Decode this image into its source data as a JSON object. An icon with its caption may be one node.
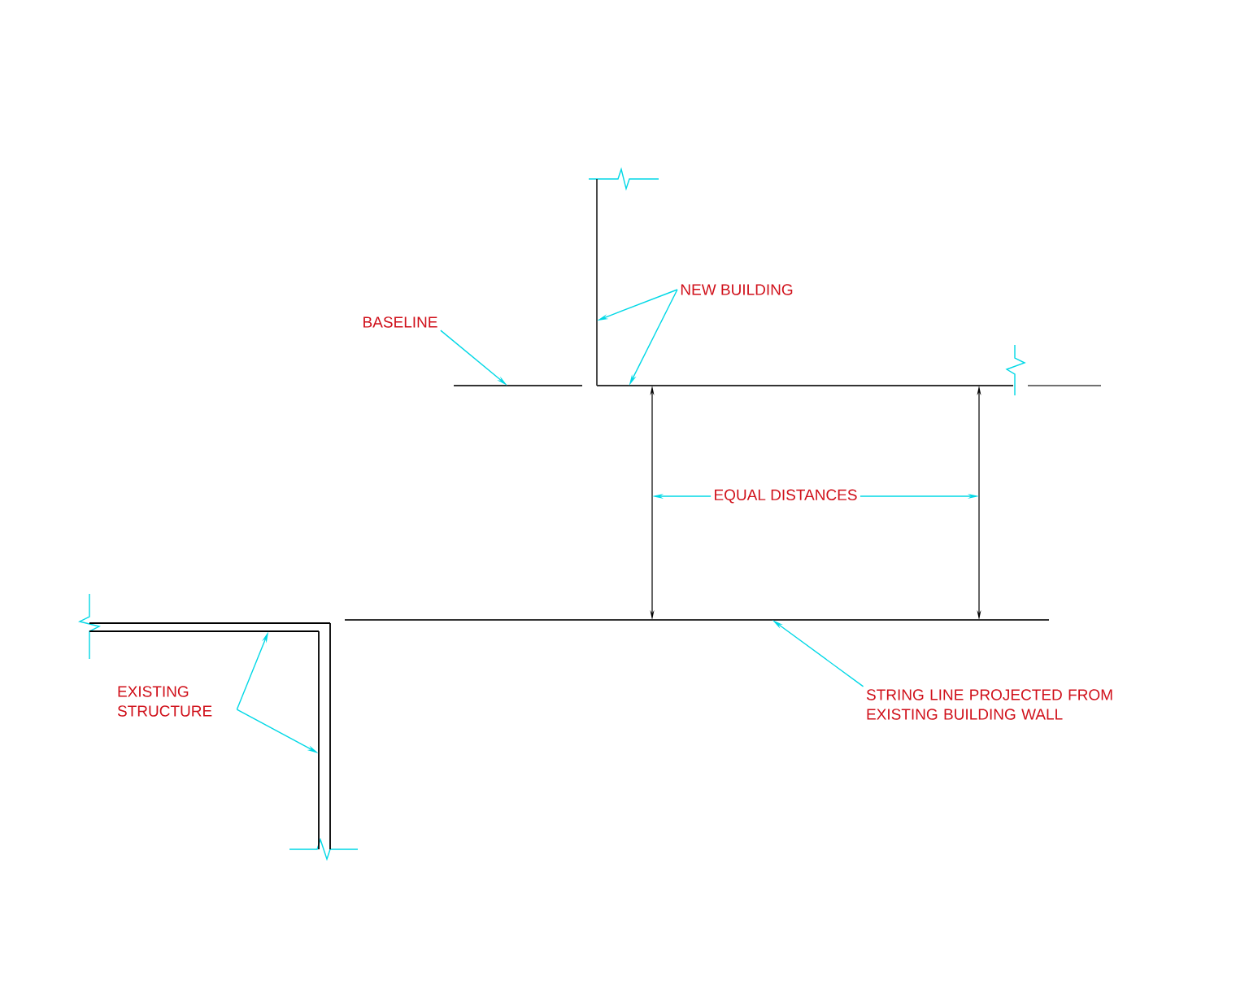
{
  "diagram": {
    "nodes": [
      {
        "text": [
          "BASELINE"
        ]
      },
      {
        "text": [],
        "shape": "line"
      },
      {
        "text": [
          "NEW BUILDING"
        ]
      },
      {
        "text": [],
        "shape": "line"
      },
      {
        "text": [],
        "shape": "line"
      },
      {
        "text": [
          "EQUAL DISTANCES"
        ]
      },
      {
        "text": [],
        "shape": "line"
      },
      {
        "text": [],
        "shape": "line"
      },
      {
        "text": [
          "STRING LINE PROJECTED FROM EXISTING BUILDING WALL"
        ]
      },
      {
        "text": [],
        "shape": "line"
      },
      {
        "text": [
          "EXISTING STRUCTURE"
        ]
      },
      {
        "text": [],
        "shape": "line"
      },
      {
        "text": [],
        "shape": "line"
      }
    ],
    "edges": [
      {
        "from": 0,
        "to": 1,
        "arrow": "to"
      },
      {
        "from": 2,
        "to": 3,
        "arrow": "to"
      },
      {
        "from": 2,
        "to": 4,
        "arrow": "to"
      },
      {
        "from": 5,
        "to": 6,
        "arrow": "to"
      },
      {
        "from": 5,
        "to": 7,
        "arrow": "to"
      },
      {
        "from": 8,
        "to": 9,
        "arrow": "to"
      },
      {
        "from": 10,
        "to": 11,
        "arrow": "to"
      },
      {
        "from": 10,
        "to": 12,
        "arrow": "to"
      }
    ]
  }
}
